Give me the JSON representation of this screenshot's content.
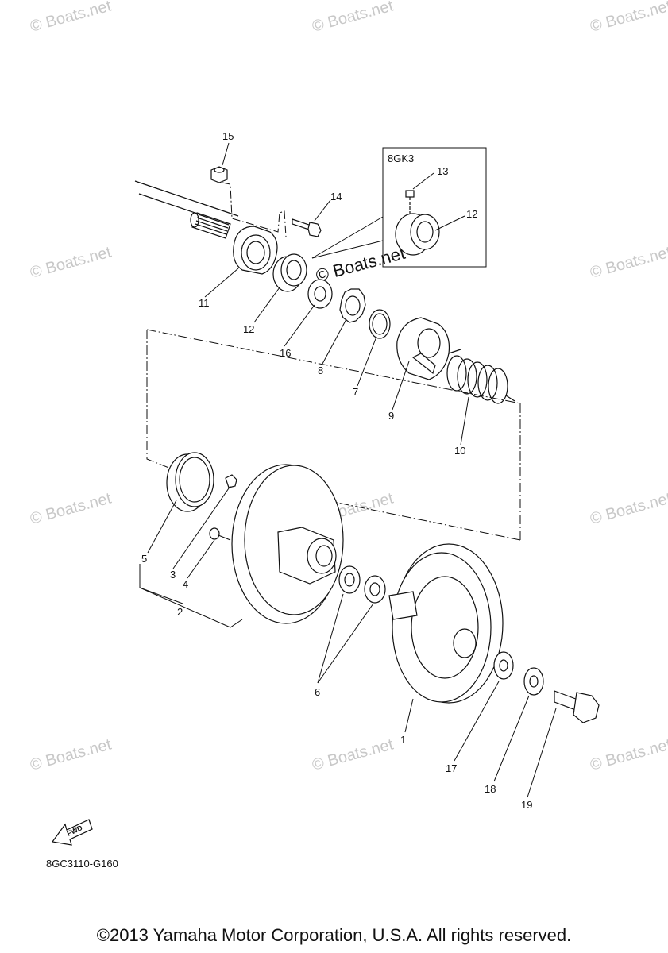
{
  "watermark": "© Boats.net",
  "inset_box": {
    "label": "8GK3"
  },
  "part_labels": {
    "p1": "1",
    "p2": "2",
    "p3": "3",
    "p4": "4",
    "p5": "5",
    "p6": "6",
    "p7": "7",
    "p8": "8",
    "p9": "9",
    "p10": "10",
    "p11": "11",
    "p12a": "12",
    "p12b": "12",
    "p13": "13",
    "p14": "14",
    "p15": "15",
    "p16": "16",
    "p17": "17",
    "p18": "18",
    "p19": "19"
  },
  "fwd_label": "FWD",
  "diagram_code": "8GC3110-G160",
  "copyright": "©2013 Yamaha Motor Corporation, U.S.A. All rights reserved."
}
